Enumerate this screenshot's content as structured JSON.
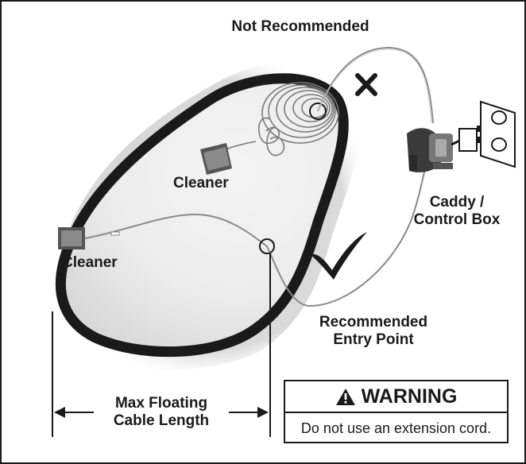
{
  "labels": {
    "not_recommended": "Not Recommended",
    "cleaner_top": "Cleaner",
    "cleaner_left": "Cleaner",
    "caddy_line1": "Caddy /",
    "caddy_line2": "Control Box",
    "entry_line1": "Recommended",
    "entry_line2": "Entry Point",
    "max_line1": "Max Floating",
    "max_line2": "Cable Length"
  },
  "warning": {
    "title": "WARNING",
    "message": "Do not use an extension cord."
  },
  "icons": {
    "cross": "x-mark-icon",
    "check": "checkmark-icon",
    "warning": "warning-triangle-icon"
  }
}
